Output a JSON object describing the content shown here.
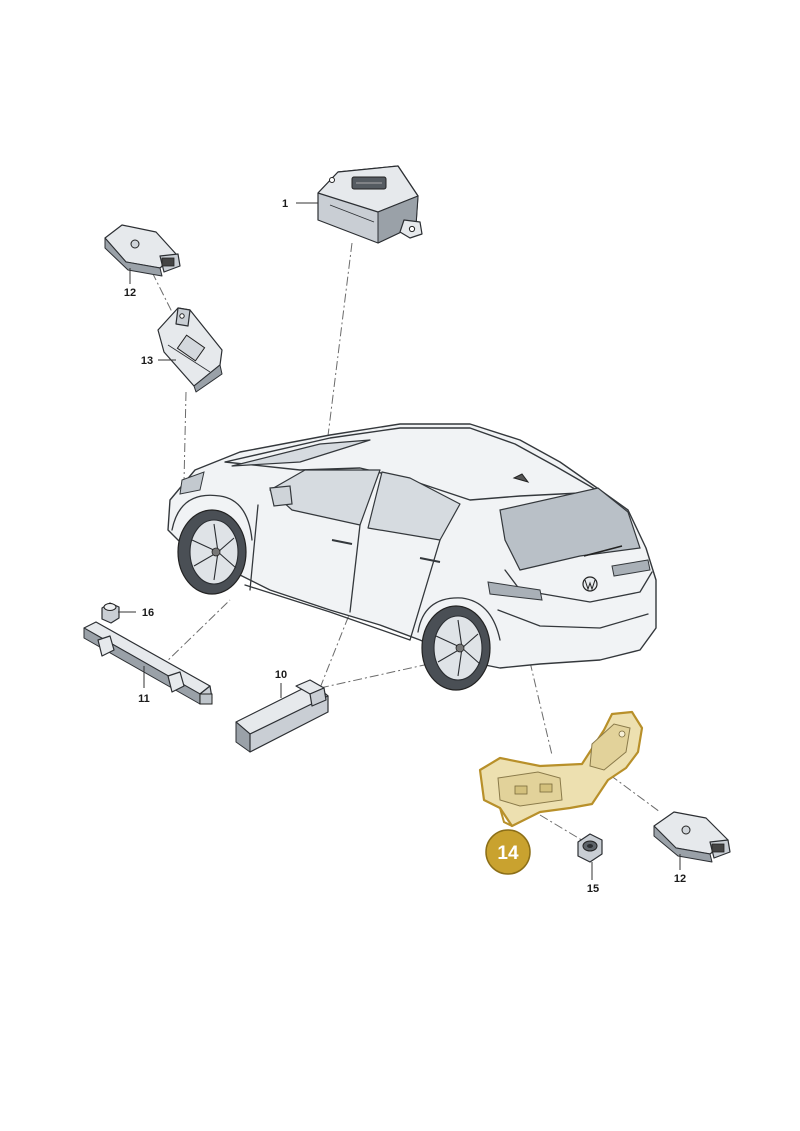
{
  "diagram": {
    "callouts": {
      "p1": "1",
      "p10": "10",
      "p11": "11",
      "p12_top": "12",
      "p12_bottom": "12",
      "p13": "13",
      "p14": "14",
      "p15": "15",
      "p16": "16"
    },
    "colors": {
      "highlight_fill": "#c9a22f",
      "highlight_outline": "#b8902a",
      "line": "#333333"
    }
  }
}
